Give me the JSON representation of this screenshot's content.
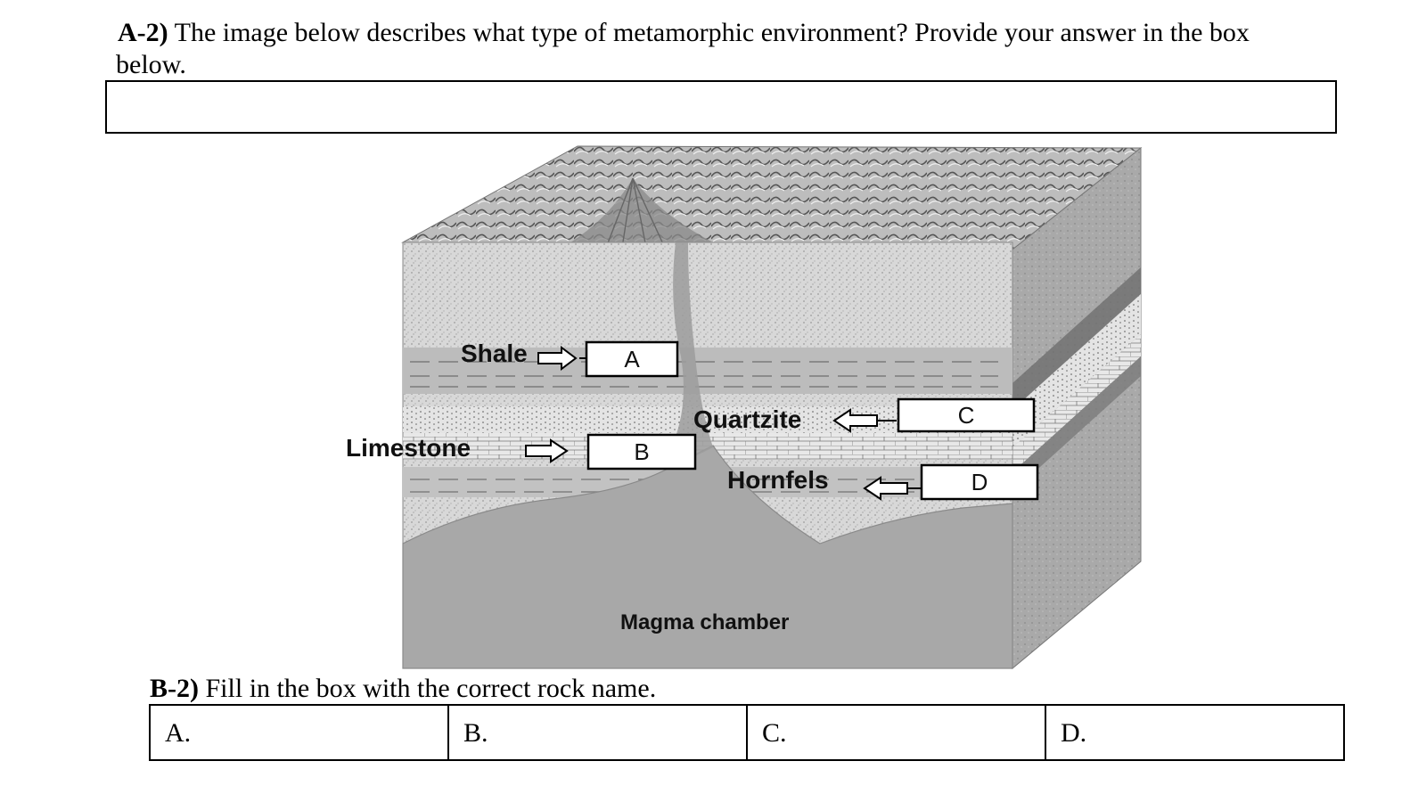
{
  "question_a": {
    "label": "A-2)",
    "text_line1": " The image below describes what type of metamorphic environment? Provide your answer in the box",
    "text_line2": "below."
  },
  "figure": {
    "labels": {
      "shale": "Shale",
      "limestone": "Limestone",
      "quartzite": "Quartzite",
      "hornfels": "Hornfels",
      "magma_chamber": "Magma chamber"
    },
    "boxes": {
      "a": "A",
      "b": "B",
      "c": "C",
      "d": "D"
    }
  },
  "question_b": {
    "label": "B-2)",
    "text": " Fill in the box with the correct rock name."
  },
  "answer_table": {
    "cells": [
      "A.",
      "B.",
      "C.",
      "D."
    ]
  }
}
